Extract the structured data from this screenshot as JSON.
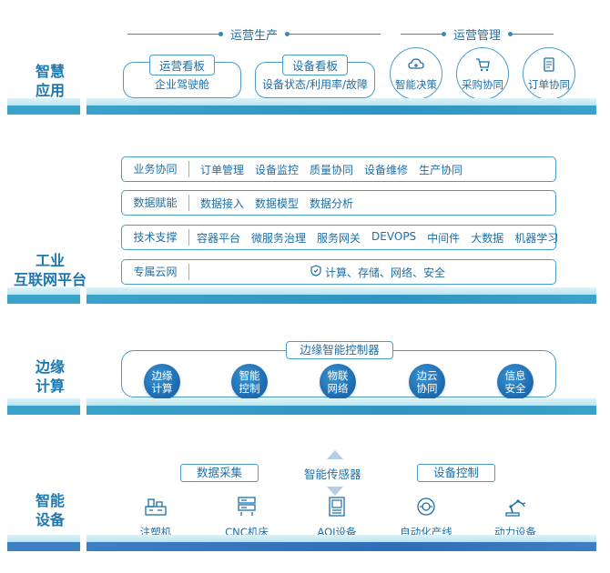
{
  "layers": {
    "smart_app": [
      "智慧",
      "应用"
    ],
    "iiot": [
      "工业",
      "互联网平台"
    ],
    "edge": [
      "边缘",
      "计算"
    ],
    "devices": [
      "智能",
      "设备"
    ]
  },
  "app": {
    "ops_production": "运营生产",
    "ops_management": "运营管理",
    "boards": [
      {
        "tag": "运营看板",
        "sub": "企业驾驶舱"
      },
      {
        "tag": "设备看板",
        "sub": "设备状态/利用率/故障"
      }
    ],
    "circles": [
      {
        "label": "智能决策",
        "icon": "cloud-icon"
      },
      {
        "label": "采购协同",
        "icon": "cart-icon"
      },
      {
        "label": "订单协同",
        "icon": "document-icon"
      }
    ]
  },
  "platform": {
    "rows": [
      {
        "head": "业务协同",
        "items": [
          "订单管理",
          "设备监控",
          "质量协同",
          "设备维修",
          "生产协同"
        ]
      },
      {
        "head": "数据赋能",
        "items": [
          "数据接入",
          "数据模型",
          "数据分析"
        ]
      },
      {
        "head": "技术支撑",
        "items": [
          "容器平台",
          "微服务治理",
          "服务网关",
          "DEVOPS",
          "中间件",
          "大数据",
          "机器学习"
        ]
      }
    ],
    "cloud": {
      "head": "专属云网",
      "text": "计算、存储、网络、安全"
    }
  },
  "edge": {
    "title": "边缘智能控制器",
    "balls": [
      "边缘计算",
      "智能控制",
      "物联网络",
      "边云协同",
      "信息安全"
    ]
  },
  "devices": {
    "data_collect": "数据采集",
    "sensor": "智能传感器",
    "device_control": "设备控制",
    "items": [
      {
        "label": "注塑机",
        "icon": "injection-machine-icon"
      },
      {
        "label": "CNC机床",
        "icon": "cnc-machine-icon"
      },
      {
        "label": "AOI设备",
        "icon": "aoi-device-icon"
      },
      {
        "label": "自动化产线",
        "icon": "production-line-icon"
      },
      {
        "label": "动力设备",
        "icon": "robot-arm-icon"
      }
    ]
  }
}
